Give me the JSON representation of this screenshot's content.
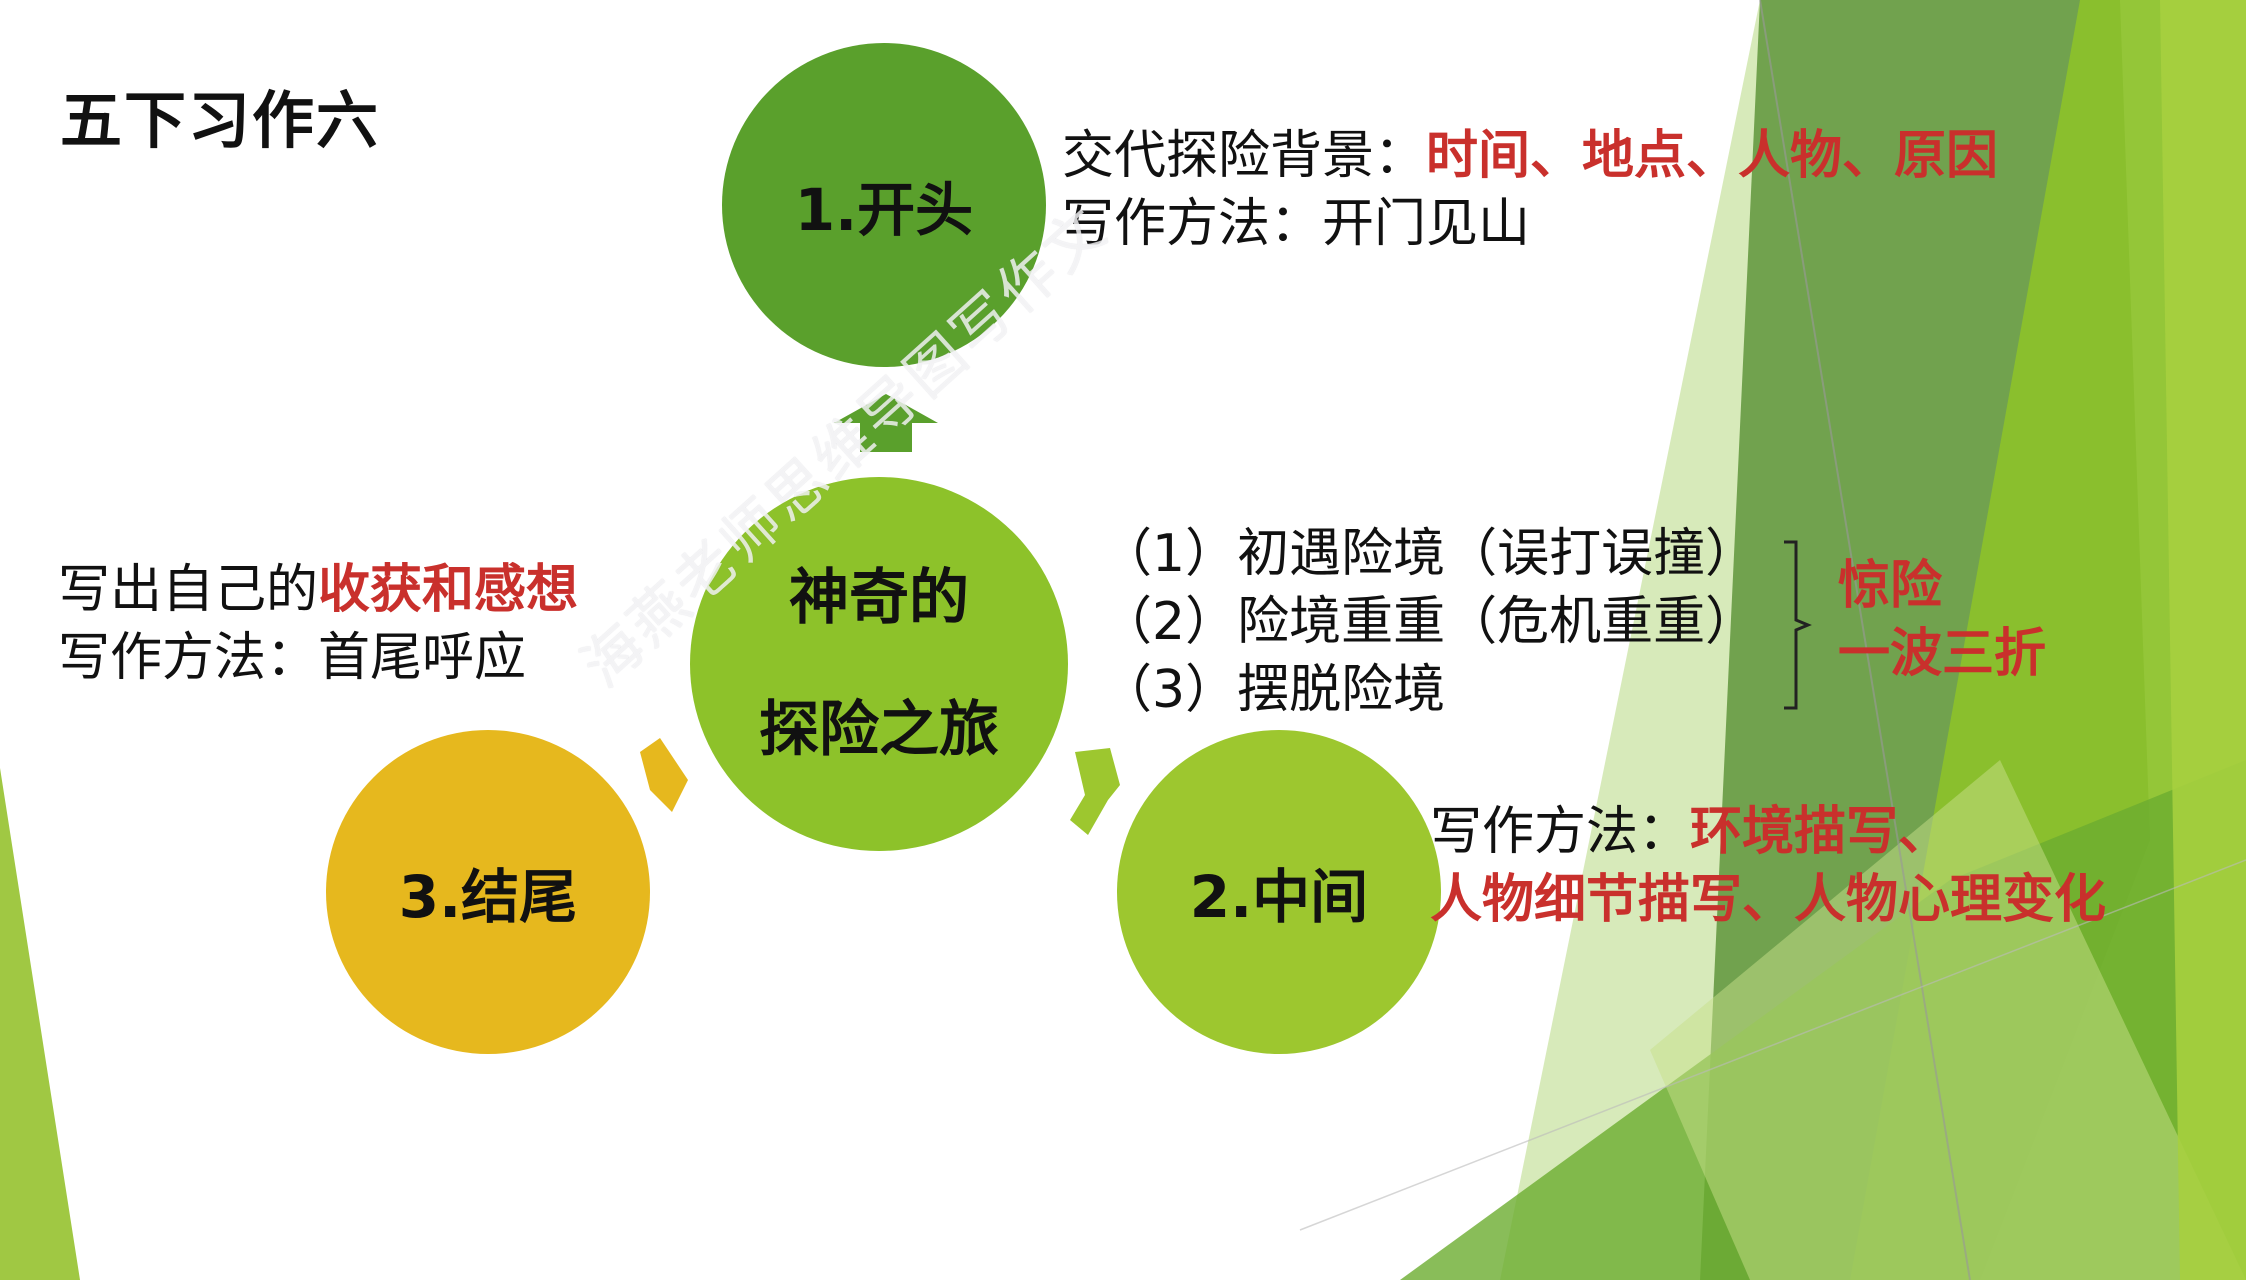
{
  "title": "五下习作六",
  "center_node": {
    "line1": "神奇的",
    "line2": "探险之旅",
    "color": "#8dc22a"
  },
  "nodes": [
    {
      "label": "1.开头",
      "color": "#5aa02c",
      "notes": [
        {
          "prefix": "交代探险背景：",
          "highlight": "时间、地点、人物、原因"
        },
        {
          "prefix": "写作方法：开门见山",
          "highlight": ""
        }
      ]
    },
    {
      "label": "2.中间",
      "color": "#9dc72f",
      "steps": [
        "（1）初遇险境（误打误撞）",
        "（2）险境重重（危机重重）",
        "（3）摆脱险境"
      ],
      "brace_labels": [
        "惊险",
        "一波三折"
      ],
      "notes": [
        {
          "prefix": "写作方法：",
          "highlight": "环境描写、"
        },
        {
          "prefix": "",
          "highlight": "人物细节描写、人物心理变化"
        }
      ]
    },
    {
      "label": "3.结尾",
      "color": "#e6b81e",
      "notes": [
        {
          "prefix": "写出自己的",
          "highlight": "收获和感想"
        },
        {
          "prefix": "写作方法：首尾呼应",
          "highlight": ""
        }
      ]
    }
  ],
  "watermark": "海燕老师思维导图写作文",
  "colors": {
    "highlight_red": "#c9302c",
    "dark_green": "#5aa02c",
    "light_green": "#9dc72f",
    "yellow": "#e6b81e"
  }
}
